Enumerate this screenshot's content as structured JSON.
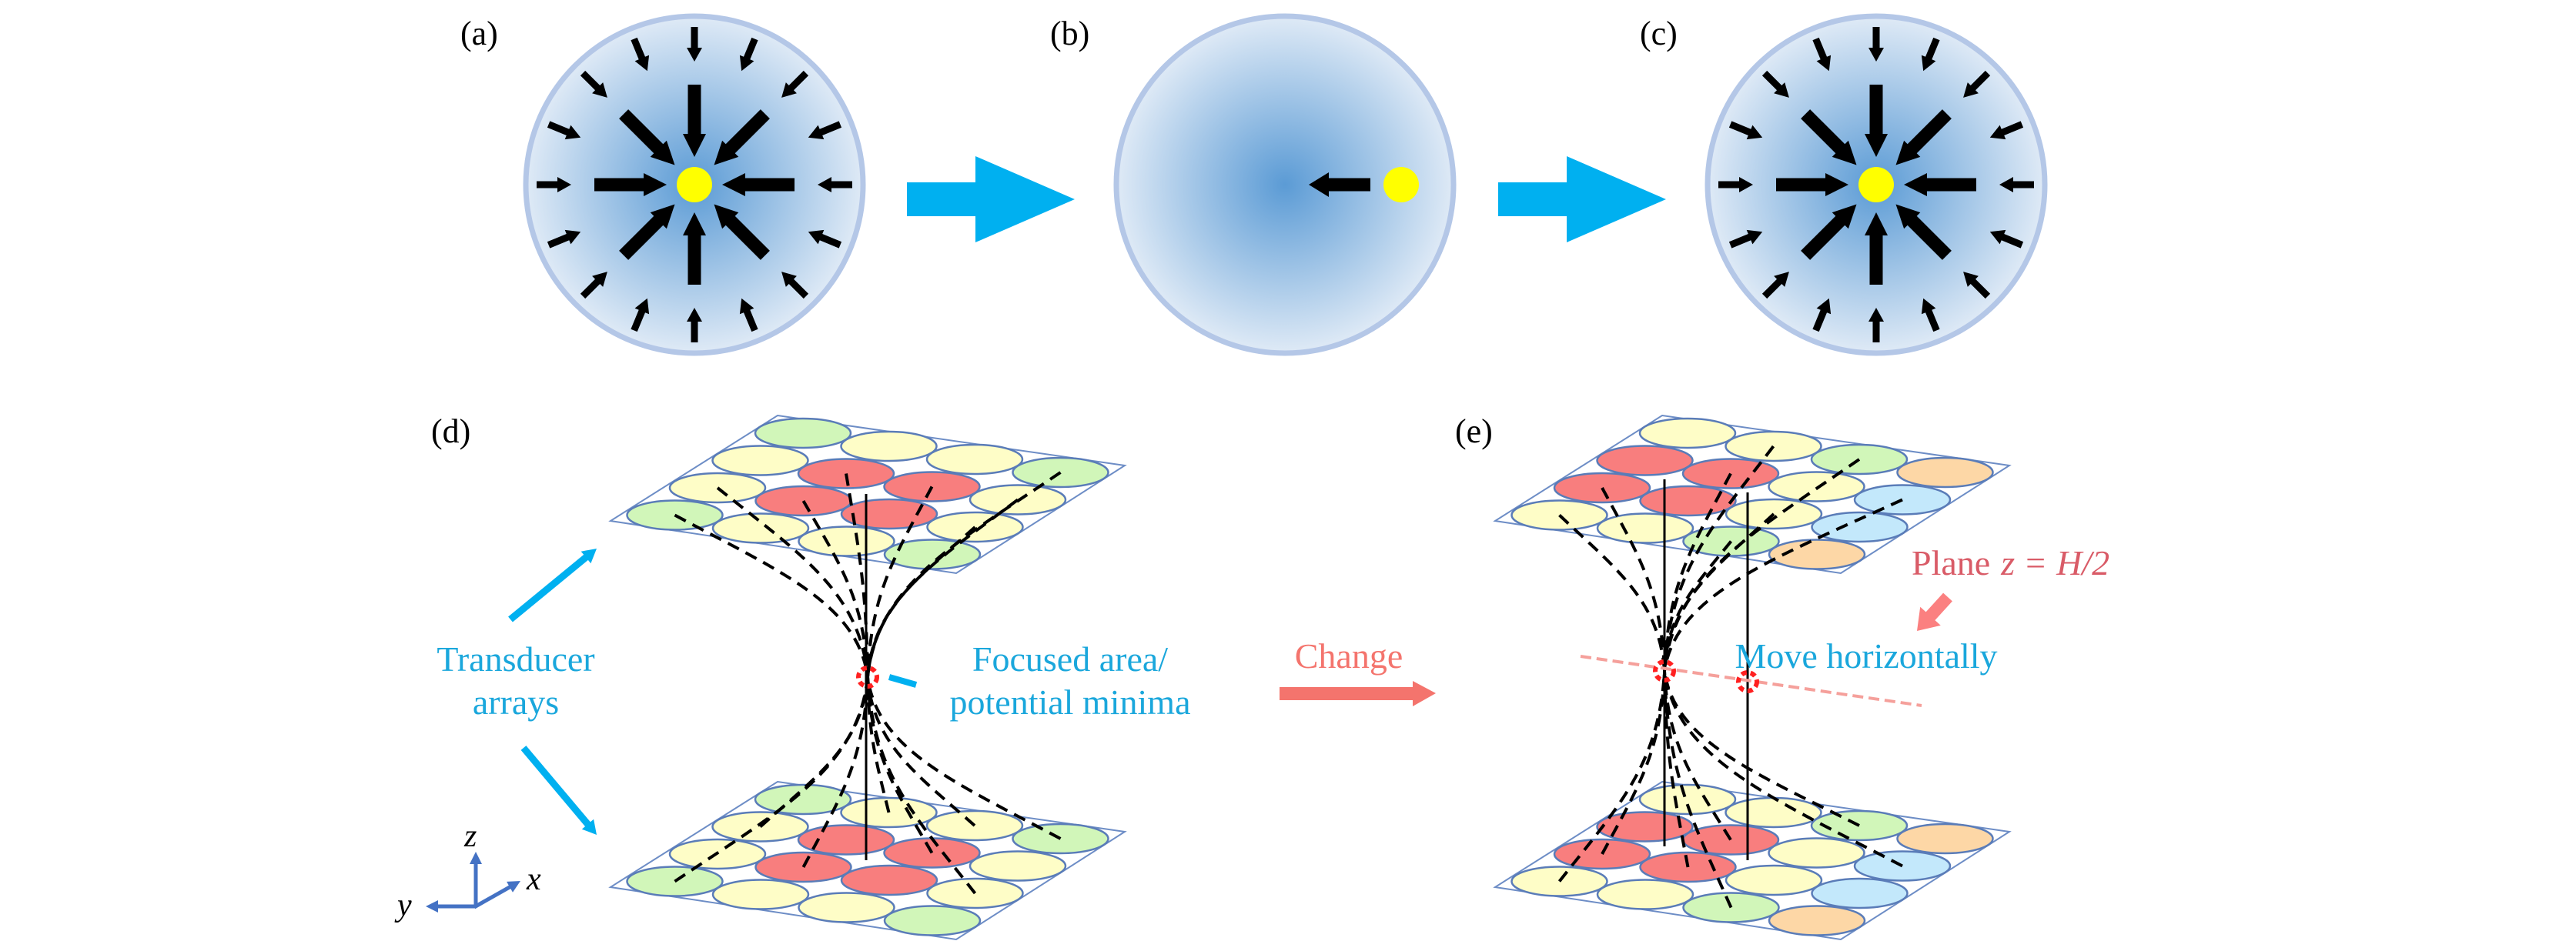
{
  "figure": {
    "panels": {
      "a": {
        "label": "(a)",
        "force_field": "converging",
        "particle": "center"
      },
      "b": {
        "label": "(b)",
        "force_field": "none",
        "particle": "offset-right",
        "restoring_arrow": "toward-center"
      },
      "c": {
        "label": "(c)",
        "force_field": "converging",
        "particle": "center"
      },
      "d": {
        "label": "(d)",
        "foci_count": 1
      },
      "e": {
        "label": "(e)",
        "foci_count": 2
      }
    },
    "annotations": {
      "transducer_line1": "Transducer",
      "transducer_line2": "arrays",
      "focused_line1": "Focused area/",
      "focused_line2": "potential minima",
      "change": "Change",
      "move": "Move horizontally",
      "plane_word": "Plane",
      "plane_eq_z": "z",
      "plane_eq_eq": "=",
      "plane_eq_rhs": "H/2"
    },
    "axes": {
      "z": "z",
      "x": "x",
      "y": "y"
    },
    "transducer_grids": {
      "d": {
        "colors": [
          [
            "green",
            "yellow",
            "yellow",
            "green"
          ],
          [
            "yellow",
            "red",
            "red",
            "yellow"
          ],
          [
            "yellow",
            "red",
            "red",
            "yellow"
          ],
          [
            "green",
            "yellow",
            "yellow",
            "green"
          ]
        ]
      },
      "e": {
        "colors": [
          [
            "yellow",
            "yellow",
            "green",
            "orange"
          ],
          [
            "red",
            "red",
            "yellow",
            "blue"
          ],
          [
            "red",
            "red",
            "yellow",
            "blue"
          ],
          [
            "yellow",
            "yellow",
            "green",
            "orange"
          ]
        ]
      }
    },
    "palette": {
      "green": "#d1f6b9",
      "yellow": "#fefdc7",
      "red": "#f87e7e",
      "orange": "#fdd7a6",
      "blue": "#c3e8fb",
      "ellipse_stroke": "#5a7cb8",
      "plane_stroke": "#6d8dc6",
      "sphere_center": "#5b9bd5",
      "sphere_edge": "#dfeaf6",
      "sphere_border": "#b4c7e7",
      "particle": "#ffff00",
      "cyan_arrow": "#00b0f0",
      "salmon": "#f4746d",
      "plane_text": "#d95b67",
      "plane_line": "#f5a09b",
      "focus": "#ff2020",
      "axis": "#4472c4"
    }
  }
}
